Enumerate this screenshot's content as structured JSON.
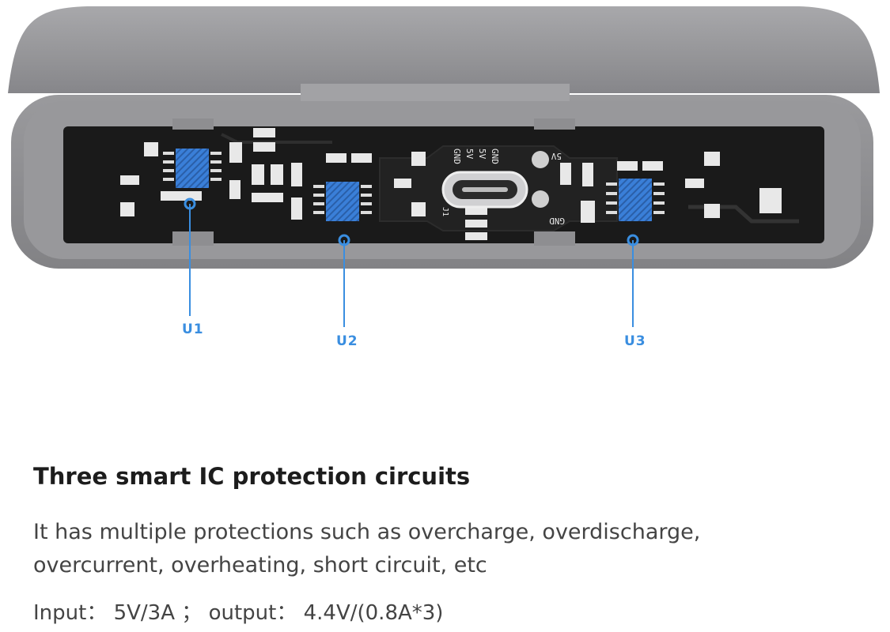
{
  "callouts": {
    "u1": "U1",
    "u2": "U2",
    "u3": "U3"
  },
  "board_silkscreen": {
    "port_pins_top": [
      "GND",
      "5V",
      "5V",
      "GND"
    ],
    "pin_labels": [
      "5V",
      "GND"
    ],
    "port_label": "J1"
  },
  "heading": "Three smart IC protection circuits",
  "description": {
    "line1": "It has multiple protections such as overcharge, overdischarge,",
    "line2": "overcurrent, overheating, short circuit, etc"
  },
  "specs": {
    "input_label": "Input：",
    "input_value": "5V/3A",
    "separator": "；",
    "output_label": "output：",
    "output_value": "4.4V/(0.8A*3)"
  },
  "colors": {
    "chip_blue": "#3a7fd8",
    "callout_blue": "#3a8ee0",
    "pcb_black": "#1a1a1a",
    "case_gray": "#8f8f92"
  }
}
